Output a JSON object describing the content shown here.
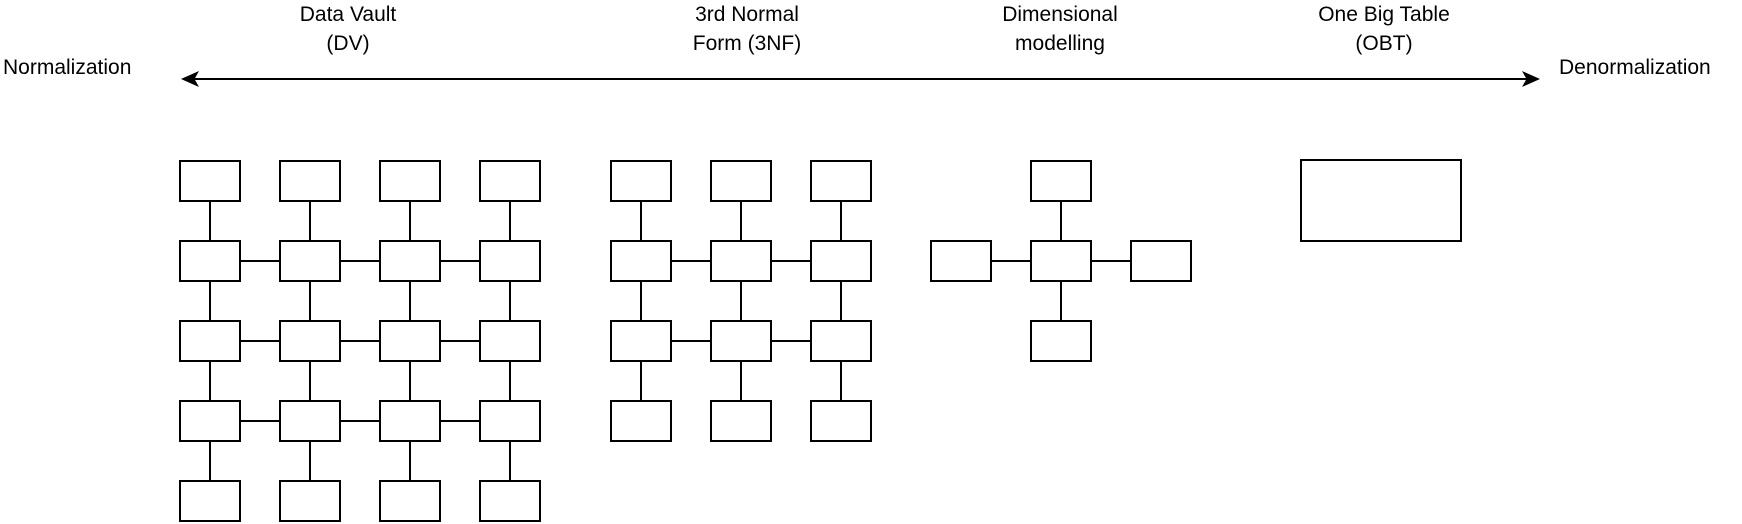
{
  "axis": {
    "left_label": "Normalization",
    "right_label": "Denormalization"
  },
  "approaches": [
    {
      "id": "data-vault",
      "label": [
        "Data Vault",
        "(DV)"
      ],
      "structure": "grid",
      "columns": 4,
      "rows": 5
    },
    {
      "id": "third-normal-form",
      "label": [
        "3rd Normal",
        "Form (3NF)"
      ],
      "structure": "grid",
      "columns": 3,
      "rows": 4
    },
    {
      "id": "dimensional-modelling",
      "label": [
        "Dimensional",
        "modelling"
      ],
      "structure": "star",
      "satellite_count": 4
    },
    {
      "id": "one-big-table",
      "label": [
        "One Big Table",
        "(OBT)"
      ],
      "structure": "single-table",
      "table_count": 1
    }
  ],
  "colors": {
    "stroke": "#000000",
    "box_fill": "#ffffff",
    "background": "#ffffff"
  }
}
